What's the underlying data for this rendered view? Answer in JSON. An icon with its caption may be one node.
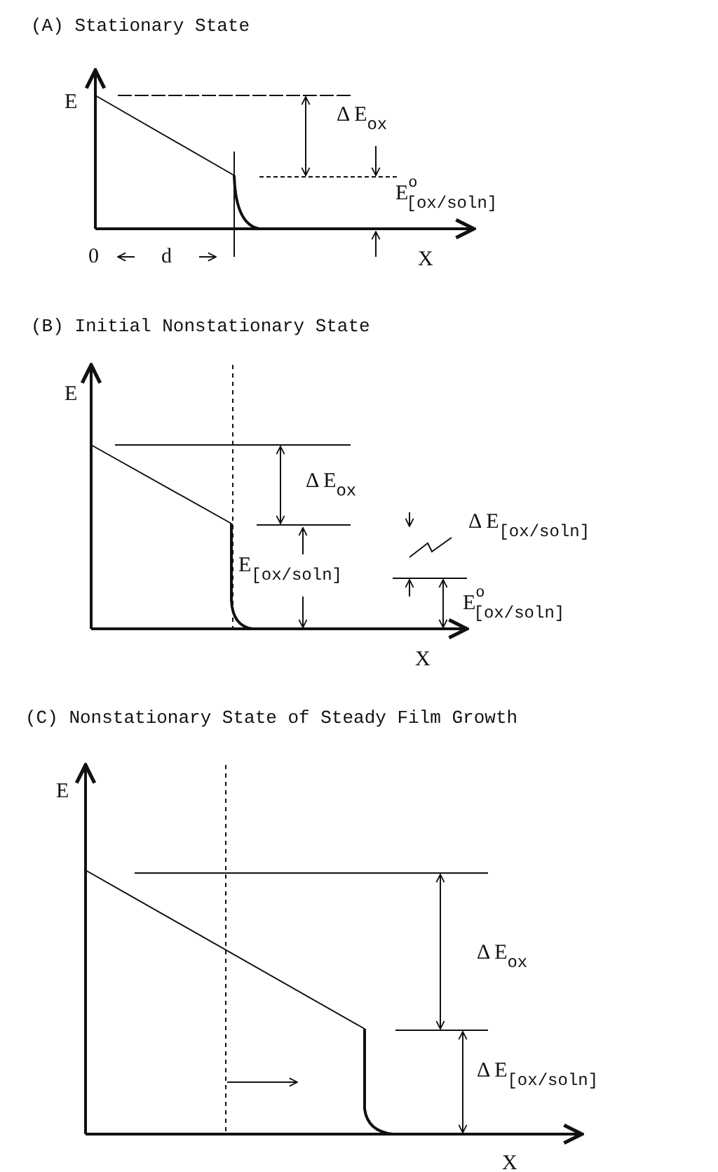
{
  "diagram": {
    "labels": [
      "(A) Stationary State",
      "E",
      "Δ E$_{ox}$",
      "E$^{o}$$_{[ox/soln]}$",
      "0",
      "d",
      "X",
      "(B) Initial Nonstationary State",
      "E",
      "Δ E$_{ox}$",
      "Δ E$_{[ox/soln]}$",
      "E$_{[ox/soln]}$",
      "E$^{o}$$_{[ox/soln]}$",
      "X",
      "(C) Nonstationary State of Steady Film Growth",
      "E",
      "Δ E$_{ox}$",
      "Δ E$_{[ox/soln]}$",
      "X"
    ]
  }
}
